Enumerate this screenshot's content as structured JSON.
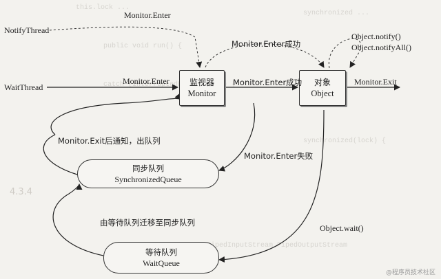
{
  "nodes": {
    "monitor": {
      "cn": "监视器",
      "en": "Monitor"
    },
    "object": {
      "cn": "对象",
      "en": "Object"
    },
    "sync_queue": {
      "cn": "同步队列",
      "en": "SynchronizedQueue"
    },
    "wait_queue": {
      "cn": "等待队列",
      "en": "WaitQueue"
    }
  },
  "labels": {
    "notify_thread": "NotifyThread",
    "wait_thread": "WaitThread",
    "monitor_enter_top": "Monitor.Enter",
    "monitor_enter_left": "Monitor.Enter",
    "monitor_enter_success_top": "Monitor.Enter成功",
    "monitor_enter_success_mid": "Monitor.Enter成功",
    "object_notify": "Object.notify()",
    "object_notify_all": "Object.notifyAll()",
    "monitor_exit": "Monitor.Exit",
    "exit_notify_dequeue": "Monitor.Exit后通知，出队列",
    "monitor_enter_fail": "Monitor.Enter失败",
    "wait_to_sync_migrate": "由等待队列迁移至同步队列",
    "object_wait": "Object.wait()"
  },
  "watermark": "@程序员技术社区"
}
